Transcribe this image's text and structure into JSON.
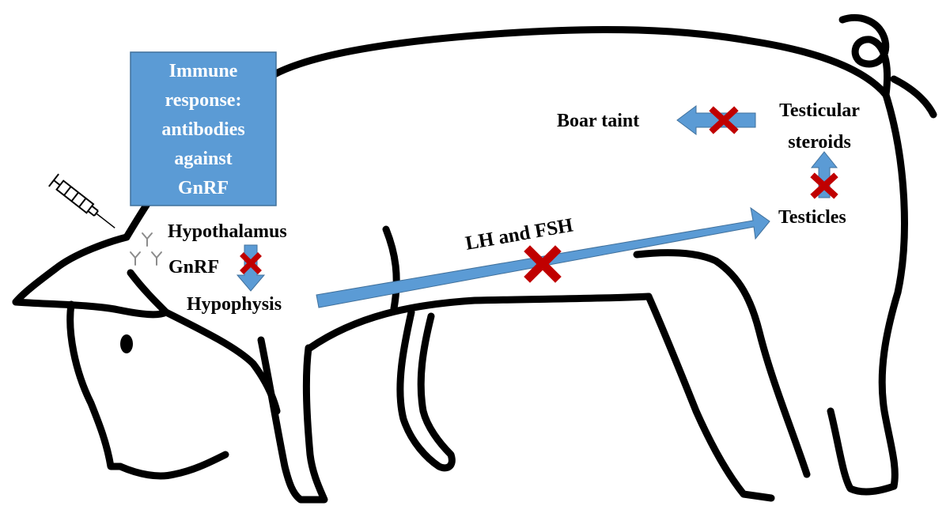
{
  "colors": {
    "outline": "#000000",
    "arrow": "#5b9bd5",
    "block_mark": "#c00000",
    "immune_box": "#5b9bd5",
    "immune_box_text": "#ffffff",
    "antibody": "#8c8c8c"
  },
  "icons": [
    "syringe-icon",
    "antibody-icon",
    "block-x-icon"
  ],
  "immune_box": {
    "lines": [
      "Immune",
      "response:",
      "antibodies",
      "against",
      "GnRF"
    ]
  },
  "labels": {
    "hypothalamus": "Hypothalamus",
    "gnrf": "GnRF",
    "hypophysis": "Hypophysis",
    "lh_fsh": "LH and FSH",
    "testicles": "Testicles",
    "testicular_steroids": [
      "Testicular",
      "steroids"
    ],
    "boar_taint": "Boar taint"
  }
}
